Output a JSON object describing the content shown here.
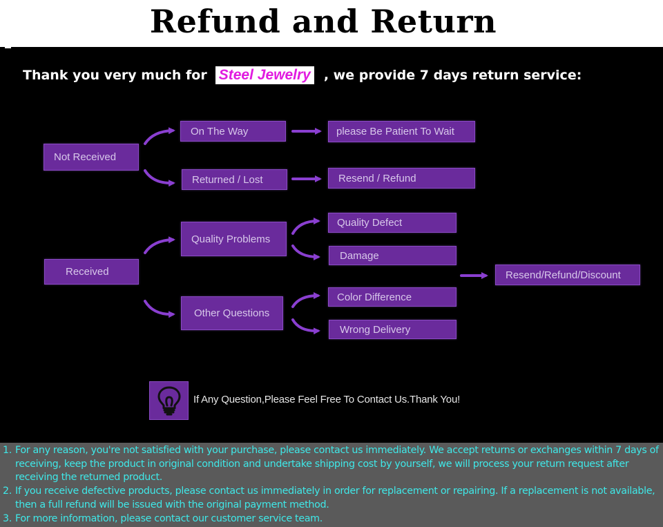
{
  "banner": {
    "title": "Refund and Return"
  },
  "intro": {
    "before": "Thank you very much for",
    "brand": "Steel Jewelry",
    "after": ", we provide 7 days return service:"
  },
  "flow": {
    "not_received": {
      "label": "Not Received",
      "branches": [
        {
          "label": "On The Way",
          "result": "please Be Patient To Wait"
        },
        {
          "label": "Returned / Lost",
          "result": "Resend / Refund"
        }
      ]
    },
    "received": {
      "label": "Received",
      "groups": [
        {
          "label": "Quality Problems",
          "items": [
            "Quality Defect",
            "Damage"
          ]
        },
        {
          "label": "Other Questions",
          "items": [
            "Color Difference",
            "Wrong Delivery"
          ]
        }
      ],
      "result": "Resend/Refund/Discount"
    }
  },
  "contact": {
    "icon": "lightbulb-icon",
    "text": "If Any Question,Please Feel Free To Contact Us.Thank You!"
  },
  "notes": [
    {
      "num": "1.",
      "text": "For any reason, you're not satisfied with your purchase, please contact us immediately. We accept returns or exchanges within 7 days of receiving, keep the product in original condition and undertake shipping cost by yourself, we will process your return request after receiving the returned product."
    },
    {
      "num": "2.",
      "text": "If you receive defective products, please contact us immediately in order for replacement or repairing. If a replacement is not available, then a full refund will be issued with the original payment method."
    },
    {
      "num": "3.",
      "text": "For more information, please contact our customer service team."
    }
  ],
  "colors": {
    "box": "#6a2b9c",
    "arrow": "#8a3fd0",
    "brand": "#e11be0",
    "notes_text": "#3fe8e8",
    "notes_bg": "#5a5a5a"
  }
}
